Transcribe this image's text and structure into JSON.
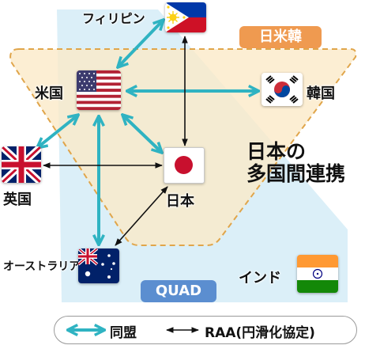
{
  "colors": {
    "alliance": "#2fb3c2",
    "raa": "#111111",
    "quad_area": "#dbeff8",
    "trilateral_area": "#fbe9c6",
    "trilateral_border": "#e0a54a",
    "overlap_area": "#dfe6cc",
    "pill_trilateral": "#ef9a50",
    "pill_quad": "#5b8ed0",
    "japan_red": "#c8102e"
  },
  "groups": {
    "trilateral": "日米韓",
    "quad": "QUAD"
  },
  "title": {
    "line1": "日本の",
    "line2": "多国間連携"
  },
  "countries": {
    "philippines": {
      "label": "フィリピン",
      "flag_icon": "philippines-flag-icon"
    },
    "usa": {
      "label": "米国",
      "flag_icon": "usa-flag-icon"
    },
    "korea": {
      "label": "韓国",
      "flag_icon": "south-korea-flag-icon"
    },
    "uk": {
      "label": "英国",
      "flag_icon": "uk-flag-icon"
    },
    "japan": {
      "label": "日本",
      "flag_icon": "japan-flag-icon"
    },
    "australia": {
      "label": "オーストラリア",
      "flag_icon": "australia-flag-icon"
    },
    "india": {
      "label": "インド",
      "flag_icon": "india-flag-icon"
    }
  },
  "connections": [
    {
      "from": "usa",
      "to": "philippines",
      "type": "alliance"
    },
    {
      "from": "usa",
      "to": "korea",
      "type": "alliance"
    },
    {
      "from": "usa",
      "to": "uk",
      "type": "alliance"
    },
    {
      "from": "usa",
      "to": "japan",
      "type": "alliance"
    },
    {
      "from": "usa",
      "to": "australia",
      "type": "alliance"
    },
    {
      "from": "japan",
      "to": "philippines",
      "type": "raa"
    },
    {
      "from": "japan",
      "to": "uk",
      "type": "raa"
    },
    {
      "from": "japan",
      "to": "australia",
      "type": "raa"
    }
  ],
  "legend": {
    "alliance_label": "同盟",
    "raa_label": "RAA(円滑化協定)"
  }
}
